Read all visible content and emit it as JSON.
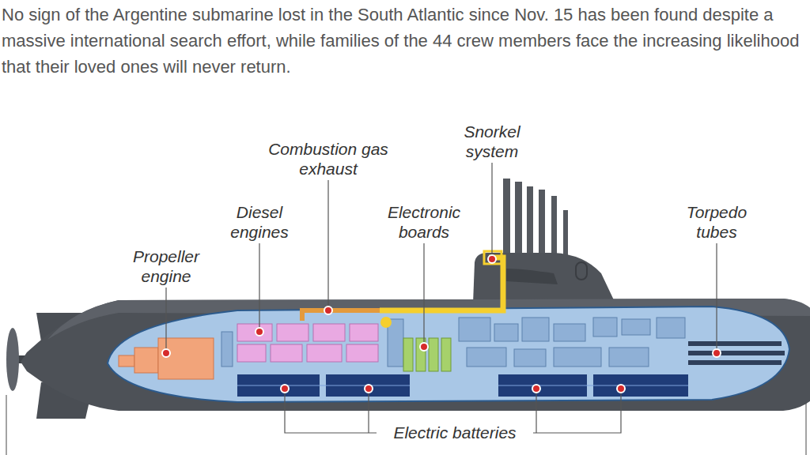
{
  "diagram": {
    "caption": "No sign of the Argentine submarine lost in the South Atlantic since Nov. 15 has been found despite a massive international search effort, while families of the 44 crew members face the increasing likelihood that their loved ones will never return.",
    "labels": [
      "Snorkel system",
      "Combustion gas exhaust",
      "Diesel engines",
      "Electronic boards",
      "Torpedo tubes",
      "Propeller engine",
      "Electric batteries"
    ]
  }
}
